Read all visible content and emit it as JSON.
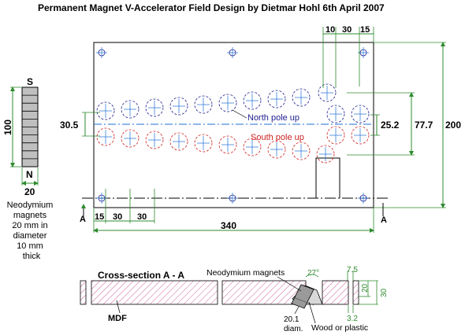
{
  "title": "Permanent Magnet  V-Accelerator Field  Design by Dietmar Hohl 6th April 2007",
  "magnet_side": {
    "pole_top": "S",
    "pole_bottom": "N",
    "length": "100",
    "width": "20",
    "caption_lines": [
      "Neodymium",
      "magnets",
      "20 mm in",
      "diameter",
      "10 mm",
      "thick"
    ]
  },
  "plan": {
    "north_label": "North pole up",
    "south_label": "South pole up",
    "dims": {
      "top_10": "10",
      "top_30": "30",
      "top_15": "15",
      "left_30_5": "30.5",
      "right_25_2": "25.2",
      "right_77_7": "77.7",
      "right_200": "200",
      "bottom_15": "15",
      "bottom_30a": "30",
      "bottom_30b": "30",
      "bottom_340": "340",
      "section_left": "A",
      "section_right": "A"
    },
    "colors": {
      "north": "#1f1f8f",
      "south": "#cc2222",
      "dim": "#2e8b2e",
      "axis": "#1f6fd6"
    }
  },
  "section": {
    "title": "Cross-section A - A",
    "label_mdf": "MDF",
    "label_magnets": "Neodymium magnets",
    "label_diam": [
      "20.1",
      "diam."
    ],
    "label_wood": "Wood or plastic",
    "dim_27": "27°",
    "dim_7_5": "7.5",
    "dim_3_2": "3.2",
    "dim_20": "20",
    "dim_30": "30"
  }
}
